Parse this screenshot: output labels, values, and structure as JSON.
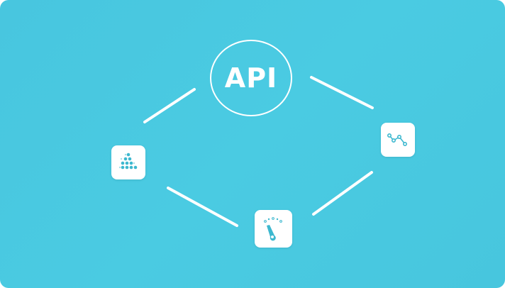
{
  "diagram": {
    "center": {
      "label": "API",
      "shape": "circle"
    },
    "nodes": [
      {
        "id": "cluster",
        "icon": "dot-cluster-icon",
        "position": "left"
      },
      {
        "id": "trend",
        "icon": "line-chart-icon",
        "position": "right"
      },
      {
        "id": "gauge",
        "icon": "gauge-icon",
        "position": "bottom"
      }
    ],
    "connectors": [
      {
        "from": "cluster",
        "to": "API"
      },
      {
        "from": "API",
        "to": "trend"
      },
      {
        "from": "cluster",
        "to": "gauge"
      },
      {
        "from": "gauge",
        "to": "trend"
      }
    ]
  },
  "colors": {
    "background": "#49c9e0",
    "foreground": "#ffffff",
    "icon_accent": "#3db8cf"
  }
}
